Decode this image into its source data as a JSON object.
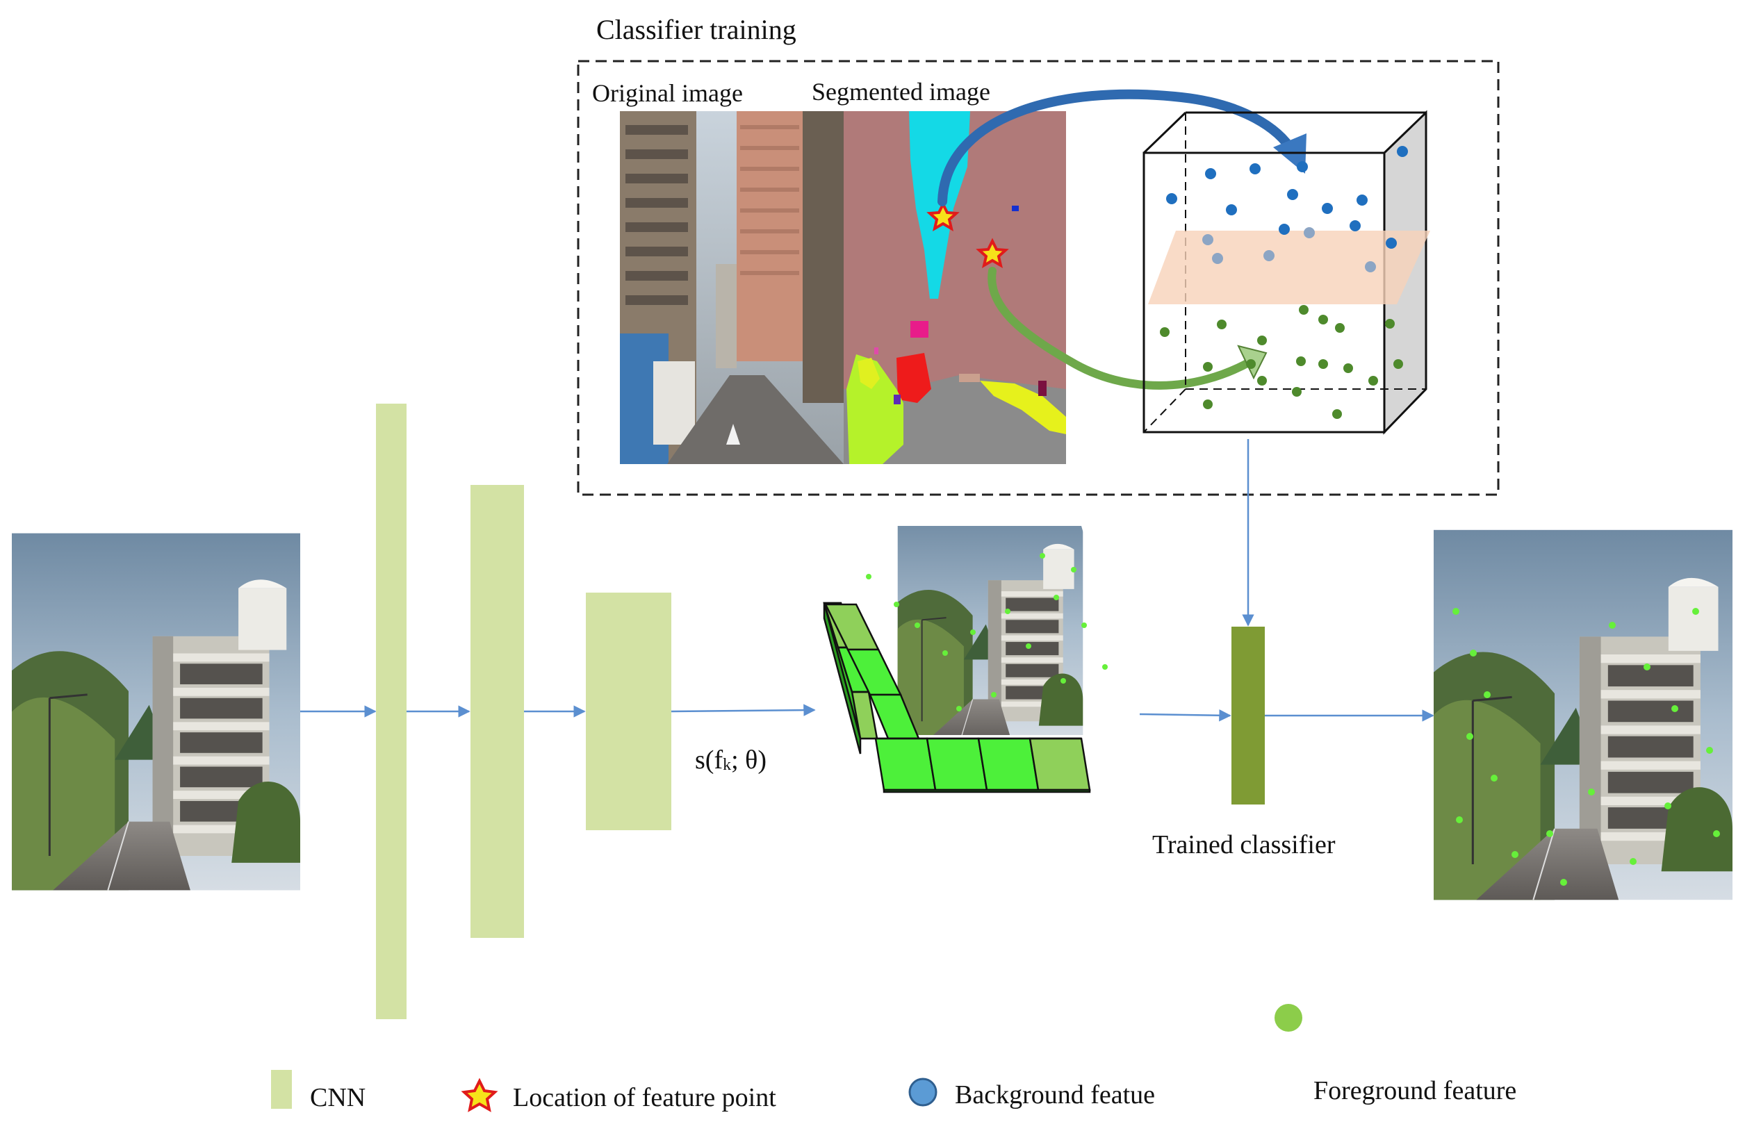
{
  "classifier_box": {
    "title": "Classifier training",
    "original_label": "Original image",
    "segmented_label": "Segmented image"
  },
  "function_label": "s(f",
  "function_sub": "k",
  "function_tail": "; θ)",
  "trained_label": "Trained classifier",
  "legend": {
    "cnn": "CNN",
    "feature_point": "Location of feature point",
    "background": "Background featue",
    "foreground": "Foreground feature"
  },
  "colors": {
    "cnn_block": "#d3e2a4",
    "classifier_block": "#7f9b34",
    "arrow": "#5b8fd0",
    "background_dot": "#1f6fbf",
    "foreground_dot": "#4e8a2c",
    "legend_fg_dot": "#8ccd4a",
    "legend_bg_dot": "#5b9bd5",
    "green_grid": "#4df03a",
    "star_fill": "#f6e21a",
    "star_stroke": "#e01b1b"
  },
  "icons": [
    "star-icon",
    "background-dot-icon",
    "foreground-dot-icon",
    "street-photo",
    "segmentation-map",
    "feature-cube"
  ]
}
